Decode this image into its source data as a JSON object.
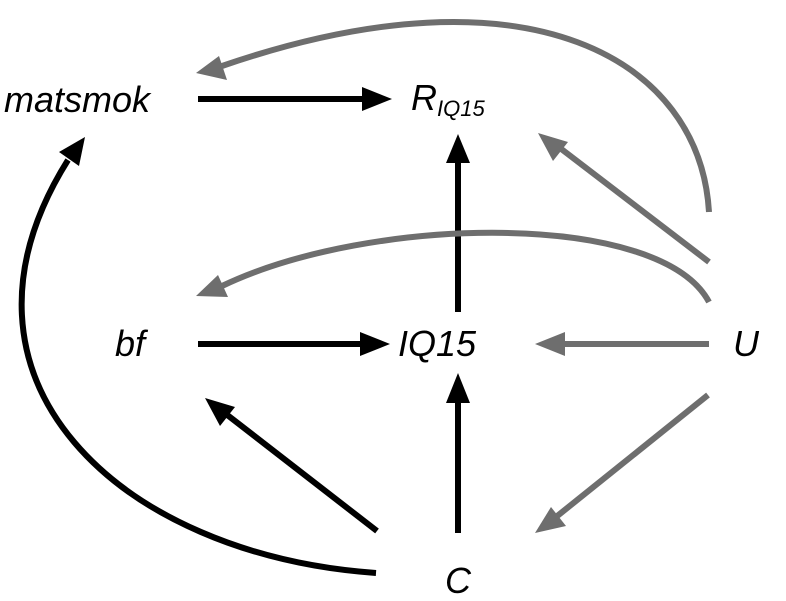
{
  "nodes": {
    "matsmok": {
      "label": "matsmok"
    },
    "riq15": {
      "label": "R",
      "subscript": "IQ15"
    },
    "bf": {
      "label": "bf"
    },
    "iq15": {
      "label": "IQ15"
    },
    "u": {
      "label": "U"
    },
    "c": {
      "label": "C"
    }
  },
  "colors": {
    "observed_edge": "#000000",
    "unobserved_edge": "#6e6e6e",
    "text": "#000000"
  },
  "edges": [
    {
      "from": "matsmok",
      "to": "riq15",
      "kind": "observed"
    },
    {
      "from": "iq15",
      "to": "riq15",
      "kind": "observed"
    },
    {
      "from": "bf",
      "to": "iq15",
      "kind": "observed"
    },
    {
      "from": "c",
      "to": "iq15",
      "kind": "observed"
    },
    {
      "from": "c",
      "to": "bf",
      "kind": "observed"
    },
    {
      "from": "c",
      "to": "matsmok",
      "kind": "observed"
    },
    {
      "from": "u",
      "to": "matsmok",
      "kind": "unobserved"
    },
    {
      "from": "u",
      "to": "riq15",
      "kind": "unobserved"
    },
    {
      "from": "u",
      "to": "bf",
      "kind": "unobserved"
    },
    {
      "from": "u",
      "to": "iq15",
      "kind": "unobserved"
    },
    {
      "from": "u",
      "to": "c",
      "kind": "unobserved"
    }
  ]
}
